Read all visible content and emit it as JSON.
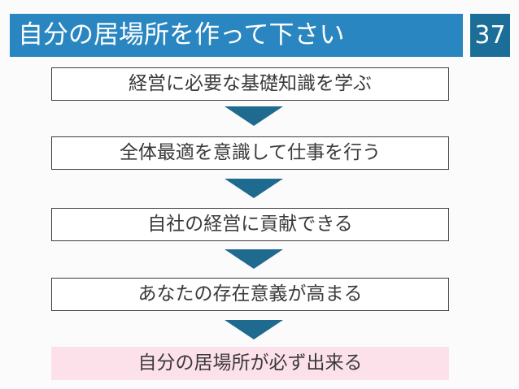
{
  "header": {
    "title": "自分の居場所を作って下さい",
    "page_number": "37"
  },
  "flow": {
    "steps": [
      "経営に必要な基礎知識を学ぶ",
      "全体最適を意識して仕事を行う",
      "自社の経営に貢献できる",
      "あなたの存在意義が高まる",
      "自分の居場所が必ず出来る"
    ]
  },
  "colors": {
    "title_bar": "#2a86c0",
    "page_number_box": "#1a6e97",
    "arrow": "#1f6a8f",
    "final_step_fill": "#fde1ea"
  }
}
